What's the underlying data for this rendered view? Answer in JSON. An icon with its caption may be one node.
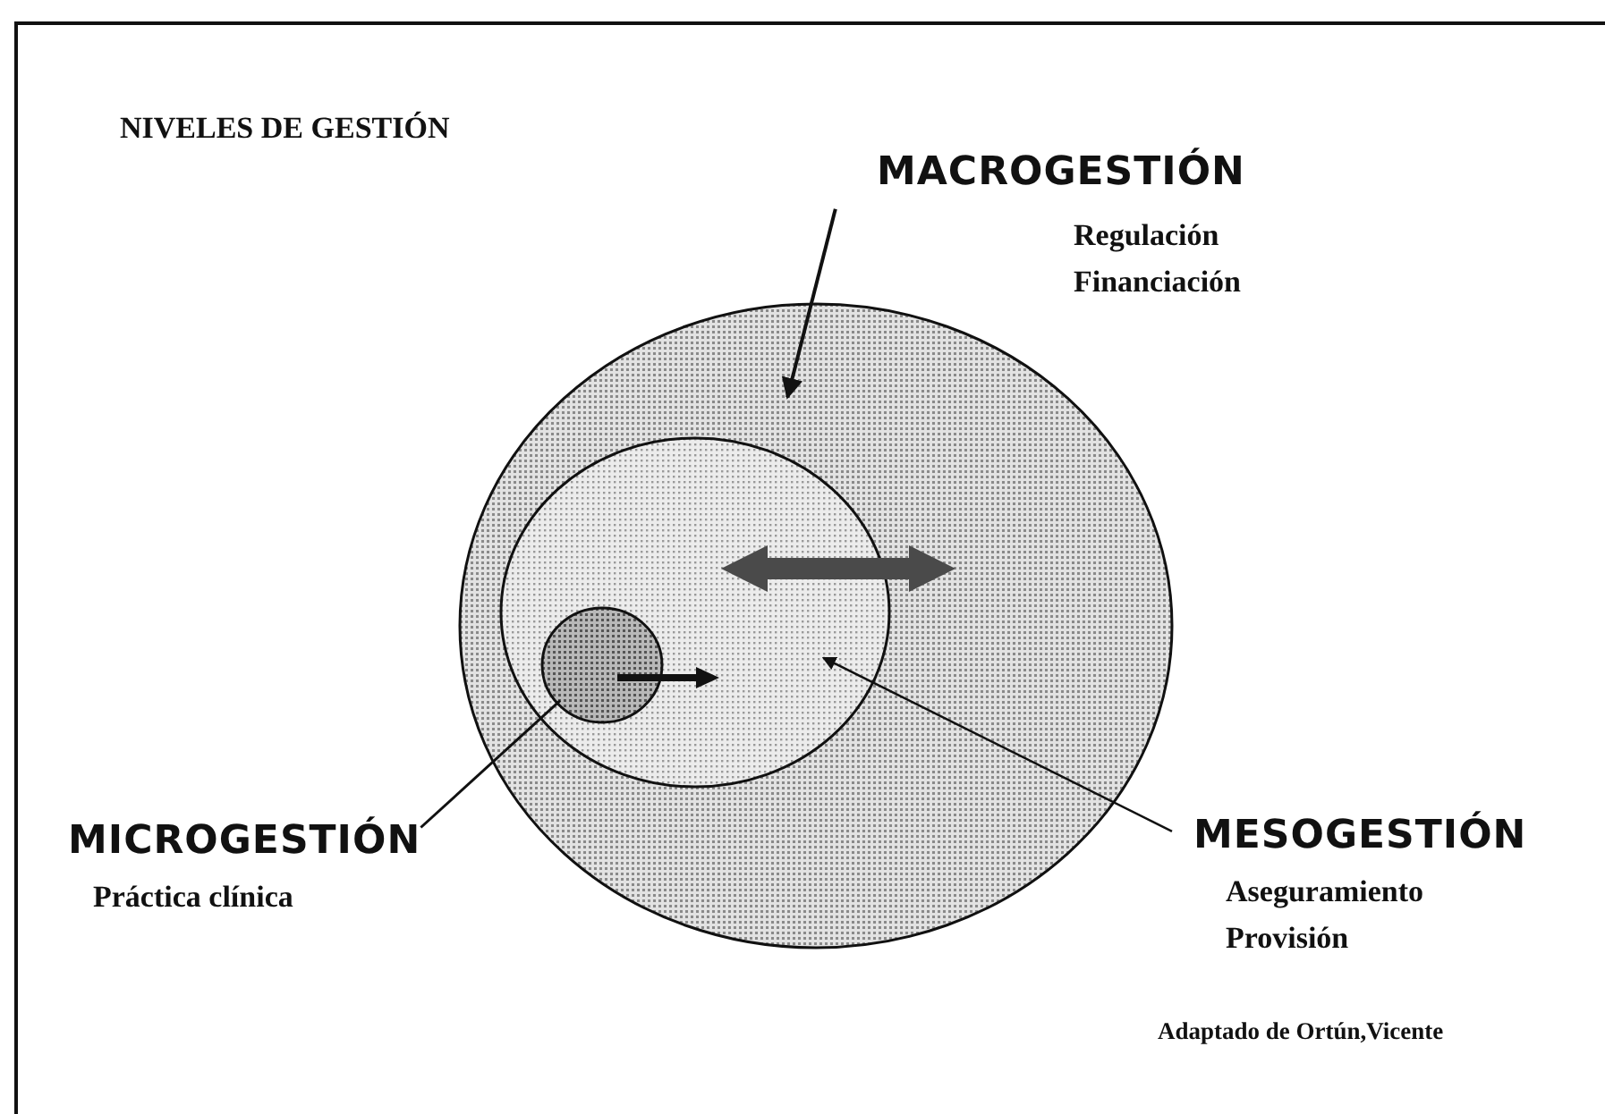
{
  "diagram": {
    "title": "NIVELES DE GESTIÓN",
    "caption": "Adaptado de Ortún,Vicente",
    "nodes": [
      {
        "text": [
          "MACROGESTIÓN",
          "Regulación",
          "Financiación"
        ]
      },
      {
        "text": [],
        "shape": "circle"
      },
      {
        "text": [],
        "shape": "circle",
        "in": 1
      },
      {
        "text": [],
        "shape": "circle",
        "in": 2
      },
      {
        "text": [
          "MESOGESTIÓN",
          "Aseguramiento",
          "Provisión"
        ]
      },
      {
        "text": [
          "MICROGESTIÓN",
          "Práctica clínica"
        ]
      }
    ],
    "edges": [
      {
        "from": 0,
        "to": 1,
        "arrow": "to"
      },
      {
        "from": 4,
        "to": 2,
        "arrow": "to"
      },
      {
        "from": 5,
        "to": 3,
        "arrow": "none"
      }
    ]
  }
}
